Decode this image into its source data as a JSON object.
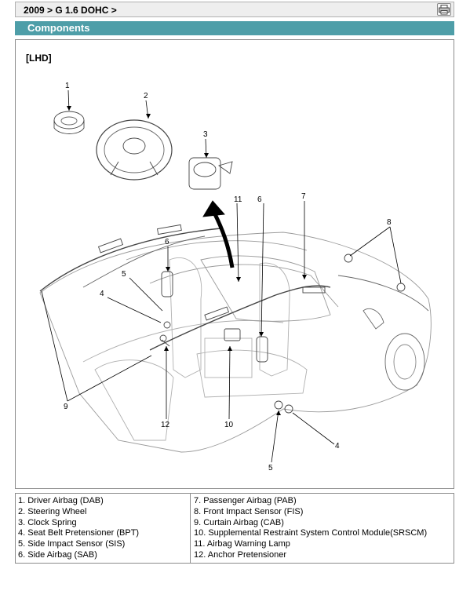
{
  "header": {
    "breadcrumb": "2009 > G 1.6 DOHC >",
    "print_icon": "printer-icon"
  },
  "section": {
    "title": "Components"
  },
  "diagram": {
    "label": "[LHD]",
    "callouts": [
      "1",
      "2",
      "3",
      "4",
      "5",
      "6",
      "7",
      "8",
      "9",
      "10",
      "11",
      "12"
    ]
  },
  "legend": {
    "left": [
      "1. Driver Airbag (DAB)",
      "2. Steering Wheel",
      "3. Clock Spring",
      "4. Seat Belt Pretensioner (BPT)",
      "5. Side Impact Sensor (SIS)",
      "6. Side Airbag (SAB)"
    ],
    "right": [
      "7. Passenger Airbag (PAB)",
      "8. Front Impact Sensor (FIS)",
      "9. Curtain Airbag (CAB)",
      "10. Supplemental Restraint System Control Module(SRSCM)",
      "11. Airbag Warning Lamp",
      "12. Anchor Pretensioner"
    ]
  }
}
